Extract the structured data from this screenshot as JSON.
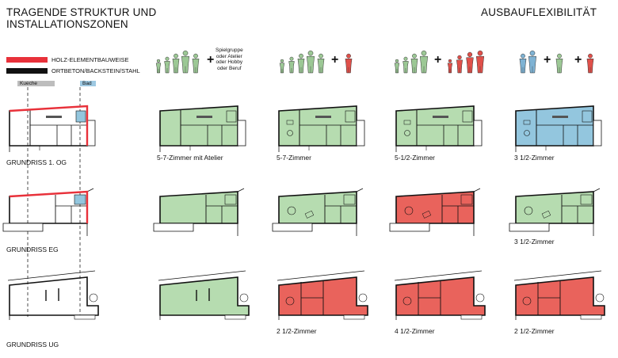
{
  "header": {
    "left_title_line1": "TRAGENDE STRUKTUR UND",
    "left_title_line2": "INSTALLATIONSZONEN",
    "right_title": "AUSBAUFLEXIBILITÄT"
  },
  "legend": {
    "items": [
      {
        "label": "HOLZ-ELEMENTBAUWEISE",
        "color": "#e8313a"
      },
      {
        "label": "ORTBETON/BACKSTEIN/STAHL",
        "color": "#111111"
      }
    ]
  },
  "zones": {
    "kueche": "Kueche",
    "bad": "Bad",
    "kueche_color": "#bdbdbd",
    "bad_color": "#9ec9e2"
  },
  "people_groups": {
    "side_text": [
      "Spielgruppe",
      "oder Atelier",
      "oder Hobby",
      "oder Beruf"
    ],
    "plus": "+"
  },
  "colors": {
    "green": "#b6dcb0",
    "red": "#e9635c",
    "blue": "#93c6de",
    "figure_green": "#9cc895",
    "figure_red": "#e0504a",
    "figure_blue": "#7fb3d4"
  },
  "rows": [
    {
      "label": "GRUNDRISS 1. OG",
      "plans": [
        {
          "caption": "5-7-Zimmer mit Atelier",
          "fill": "green"
        },
        {
          "caption": "5-7-Zimmer",
          "fill": "green"
        },
        {
          "caption": "5-1/2-Zimmer",
          "fill": "green"
        },
        {
          "caption": "3 1/2-Zimmer",
          "fill": "blue"
        }
      ]
    },
    {
      "label": "GRUNDRISS EG",
      "plans": [
        {
          "caption": "",
          "fill": "green"
        },
        {
          "caption": "",
          "fill": "green"
        },
        {
          "caption": "",
          "fill": "red"
        },
        {
          "caption": "3 1/2-Zimmer",
          "fill": "green"
        }
      ]
    },
    {
      "label": "GRUNDRISS UG",
      "plans": [
        {
          "caption": "",
          "fill": "green"
        },
        {
          "caption": "2 1/2-Zimmer",
          "fill": "red"
        },
        {
          "caption": "4 1/2-Zimmer",
          "fill": "red"
        },
        {
          "caption": "2 1/2-Zimmer",
          "fill": "red"
        }
      ]
    }
  ]
}
